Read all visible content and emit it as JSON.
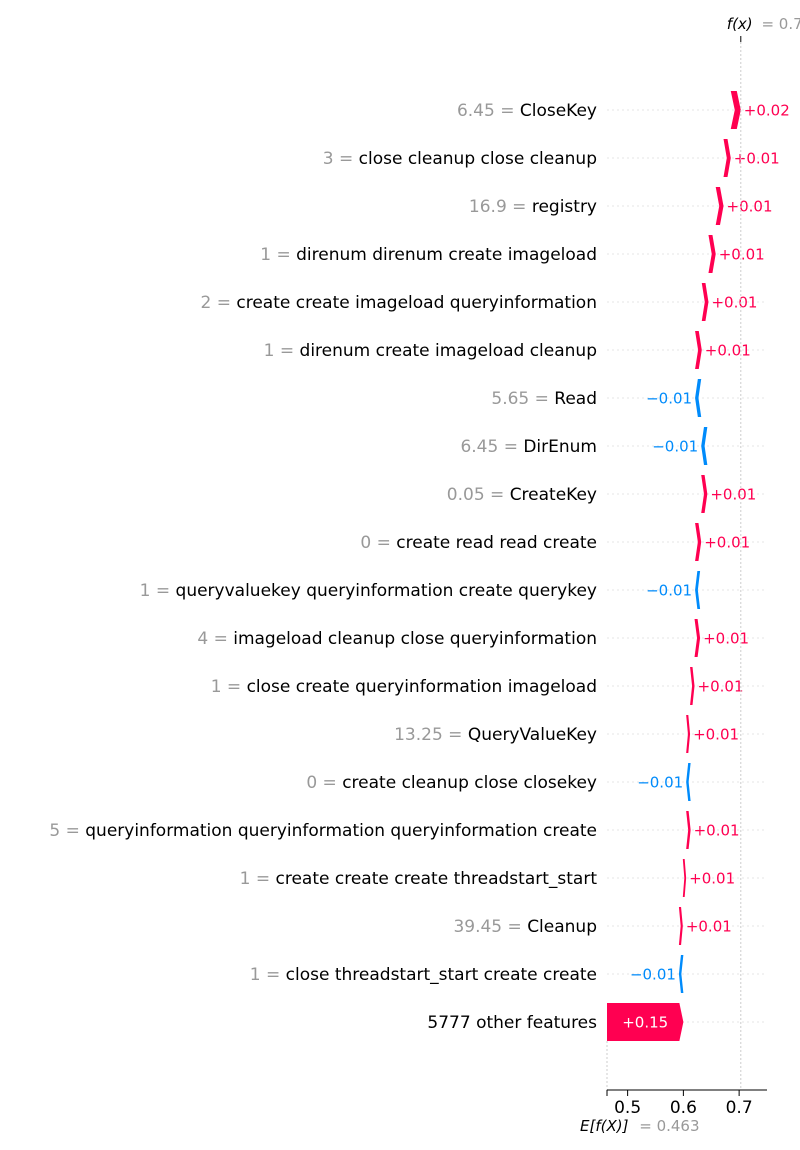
{
  "chart_data": {
    "type": "waterfall",
    "base_value": 0.463,
    "base_label": "E[f(X)]",
    "base_value_text": "= 0.463",
    "output_label": "f(x)",
    "output_value_text": "= 0.7",
    "xticks": [
      0.5,
      0.6,
      0.7
    ],
    "xtick_labels": [
      "0.5",
      "0.6",
      "0.7"
    ],
    "xlim": [
      0.463,
      0.75
    ],
    "colors": {
      "positive": "#ff0051",
      "negative": "#008bfb",
      "muted": "#999999"
    },
    "features": [
      {
        "value": "6.45",
        "name": "CloseKey",
        "start": 0.685,
        "end": 0.703,
        "contribution_label": "+0.02"
      },
      {
        "value": "3",
        "name": "close cleanup close cleanup",
        "start": 0.672,
        "end": 0.685,
        "contribution_label": "+0.01"
      },
      {
        "value": "16.9",
        "name": "registry",
        "start": 0.658,
        "end": 0.672,
        "contribution_label": "+0.01"
      },
      {
        "value": "1",
        "name": "direnum direnum create imageload",
        "start": 0.645,
        "end": 0.658,
        "contribution_label": "+0.01"
      },
      {
        "value": "2",
        "name": "create create imageload queryinformation",
        "start": 0.633,
        "end": 0.645,
        "contribution_label": "+0.01"
      },
      {
        "value": "1",
        "name": "direnum create imageload cleanup",
        "start": 0.621,
        "end": 0.633,
        "contribution_label": "+0.01"
      },
      {
        "value": "5.65",
        "name": "Read",
        "start": 0.632,
        "end": 0.621,
        "contribution_label": "−0.01"
      },
      {
        "value": "6.45",
        "name": "DirEnum",
        "start": 0.643,
        "end": 0.632,
        "contribution_label": "−0.01"
      },
      {
        "value": "0.05",
        "name": "CreateKey",
        "start": 0.632,
        "end": 0.643,
        "contribution_label": "+0.01"
      },
      {
        "value": "0",
        "name": "create read read create",
        "start": 0.621,
        "end": 0.632,
        "contribution_label": "+0.01"
      },
      {
        "value": "1",
        "name": "queryvaluekey queryinformation create querykey",
        "start": 0.63,
        "end": 0.621,
        "contribution_label": "−0.01"
      },
      {
        "value": "4",
        "name": "imageload cleanup close queryinformation",
        "start": 0.62,
        "end": 0.63,
        "contribution_label": "+0.01"
      },
      {
        "value": "1",
        "name": "close create queryinformation imageload",
        "start": 0.612,
        "end": 0.62,
        "contribution_label": "+0.01"
      },
      {
        "value": "13.25",
        "name": "QueryValueKey",
        "start": 0.605,
        "end": 0.612,
        "contribution_label": "+0.01"
      },
      {
        "value": "0",
        "name": "create cleanup close closekey",
        "start": 0.613,
        "end": 0.605,
        "contribution_label": "−0.01"
      },
      {
        "value": "5",
        "name": "queryinformation queryinformation queryinformation create",
        "start": 0.605,
        "end": 0.613,
        "contribution_label": "+0.01"
      },
      {
        "value": "1",
        "name": "create create create threadstart_start",
        "start": 0.599,
        "end": 0.605,
        "contribution_label": "+0.01"
      },
      {
        "value": "39.45",
        "name": "Cleanup",
        "start": 0.592,
        "end": 0.599,
        "contribution_label": "+0.01"
      },
      {
        "value": "1",
        "name": "close threadstart_start create create",
        "start": 0.6,
        "end": 0.592,
        "contribution_label": "−0.01"
      },
      {
        "value": "",
        "name": "5777 other features",
        "start": 0.463,
        "end": 0.6,
        "contribution_label": "+0.15"
      }
    ]
  }
}
